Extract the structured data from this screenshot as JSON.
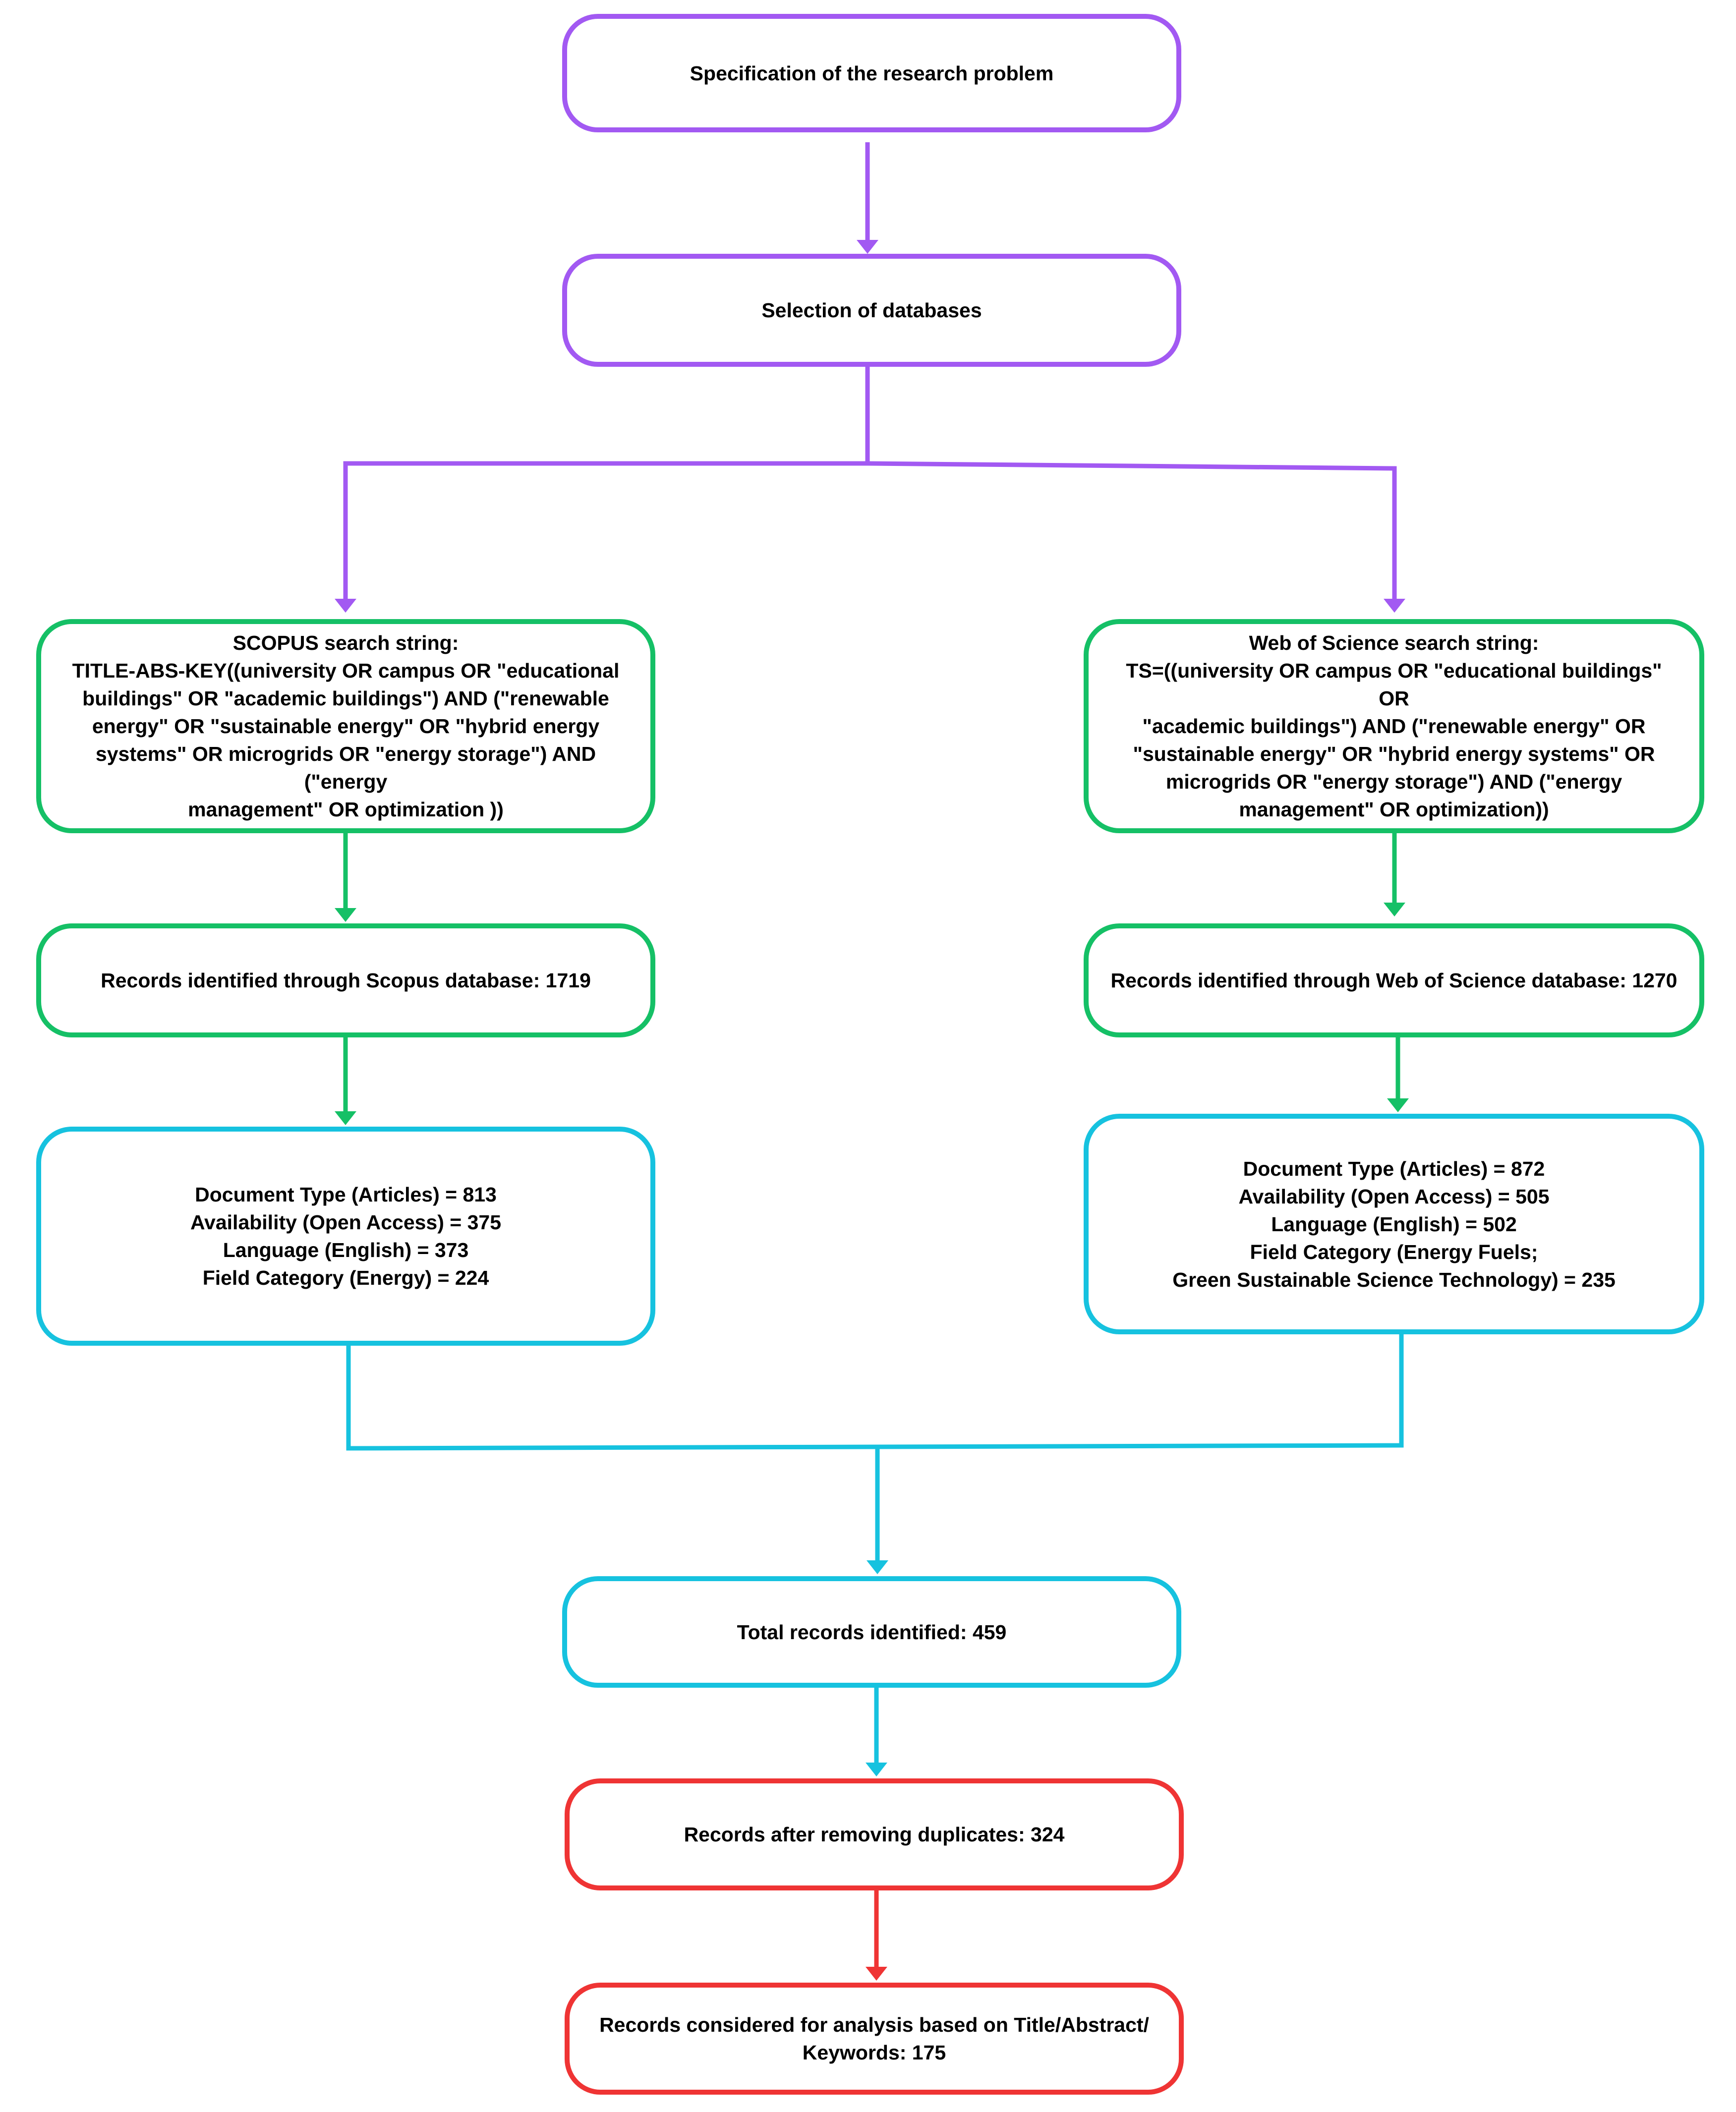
{
  "colors": {
    "purple": "#a259f2",
    "green": "#15c066",
    "cyan": "#16c2df",
    "red": "#ef3434",
    "text": "#000000"
  },
  "steps": {
    "research_problem": "Specification of the research problem",
    "database_selection": "Selection of databases",
    "scopus_search": "SCOPUS search string:\nTITLE-ABS-KEY((university OR campus OR \"educational\nbuildings\" OR \"academic buildings\") AND (\"renewable\nenergy\" OR \"sustainable energy\" OR \"hybrid energy\nsystems\" OR microgrids OR \"energy storage\") AND (\"energy\nmanagement\" OR optimization ))",
    "wos_search": "Web of Science search string:\nTS=((university OR campus OR \"educational buildings\" OR\n\"academic buildings\") AND (\"renewable energy\" OR\n\"sustainable energy\" OR \"hybrid energy systems\" OR\nmicrogrids OR \"energy storage\") AND (\"energy\nmanagement\" OR optimization))",
    "scopus_records": "Records identified through Scopus database: 1719",
    "wos_records": "Records identified through Web of Science database: 1270",
    "scopus_filters": "Document Type (Articles) = 813\nAvailability (Open Access) = 375\nLanguage (English) = 373\nField Category (Energy) = 224",
    "wos_filters": "Document Type (Articles) = 872\nAvailability (Open Access) = 505\nLanguage (English) = 502\nField Category (Energy Fuels;\nGreen Sustainable Science Technology) = 235",
    "total_records": "Total records identified: 459",
    "deduplicated": "Records after removing duplicates: 324",
    "final_records": "Records considered for analysis based on Title/Abstract/\nKeywords: 175"
  }
}
